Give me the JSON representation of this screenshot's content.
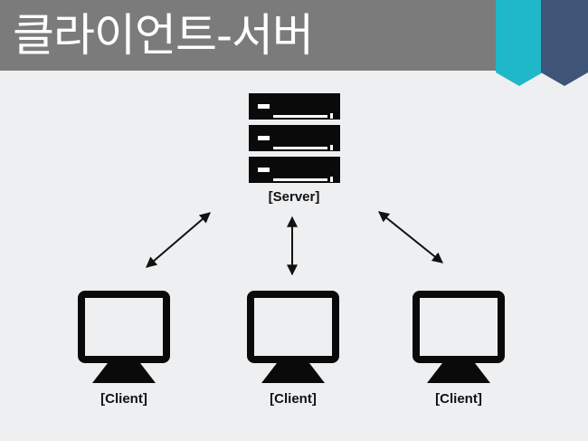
{
  "title": "클라이언트-서버",
  "colors": {
    "title_bar": "#7b7b7b",
    "ribbon_teal": "#1fb8c9",
    "ribbon_navy": "#3f5577",
    "icon": "#0a0a0a",
    "background": "#eeeff1"
  },
  "server": {
    "label": "[Server]",
    "icon": "server-icon"
  },
  "clients": [
    {
      "label": "[Client]",
      "icon": "monitor-icon"
    },
    {
      "label": "[Client]",
      "icon": "monitor-icon"
    },
    {
      "label": "[Client]",
      "icon": "monitor-icon"
    }
  ]
}
